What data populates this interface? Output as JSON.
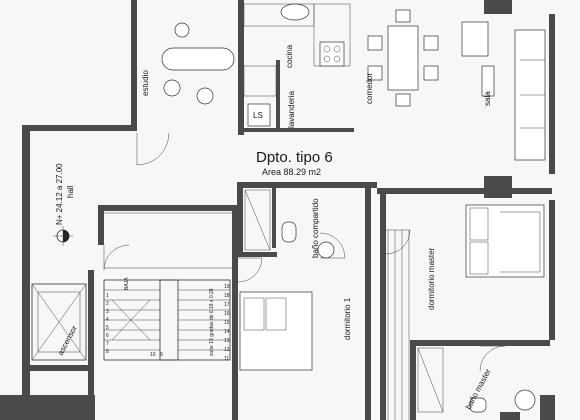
{
  "plan": {
    "title": "Dpto. tipo 6",
    "area": "Area 88.29 m2",
    "hall_level": "N+ 24.12 a 27.00",
    "rooms": {
      "estudio": "estudio",
      "cocina": "cocina",
      "lavanderia": "lavanderia",
      "comedor": "comedor",
      "sala": "sala",
      "hall": "hall",
      "bano_compartido": "baño compartido",
      "dormitorio_master": "dormitorio master",
      "dormitorio_1": "dormitorio 1",
      "bano_master": "baño master",
      "ascensor": "ascensor"
    },
    "stairs": {
      "baja": "BAJA",
      "spec": "sube 19 gradas de 0.18 x 0.28",
      "steps_right": [
        "19",
        "18",
        "17",
        "16",
        "15",
        "14",
        "13",
        "12",
        "11"
      ],
      "steps_left": [
        "1",
        "2",
        "3",
        "4",
        "5",
        "6",
        "7",
        "8"
      ],
      "steps_bottom": [
        "10",
        "9"
      ]
    },
    "fixtures": {
      "washer": "LS"
    }
  }
}
